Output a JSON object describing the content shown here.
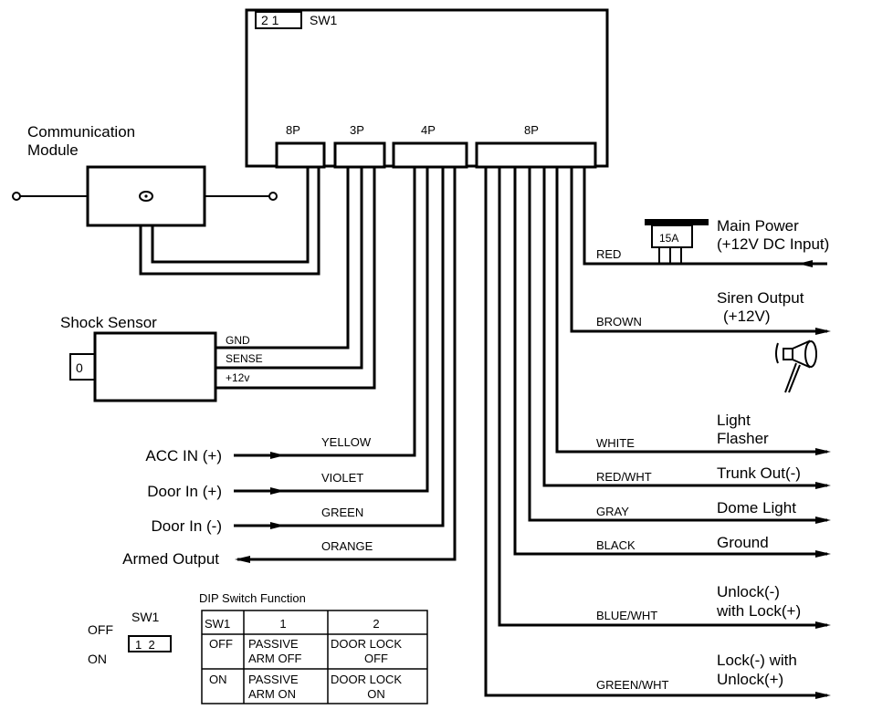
{
  "control_unit": {
    "switch_label": "SW1",
    "switch_positions": "2 1",
    "connectors": [
      "8P",
      "3P",
      "4P",
      "8P"
    ]
  },
  "comm_module": {
    "label_line1": "Communication",
    "label_line2": "Module"
  },
  "shock_sensor": {
    "label": "Shock Sensor",
    "plug": "0",
    "pins": [
      "GND",
      "SENSE",
      "+12v"
    ]
  },
  "left_wires": [
    {
      "label": "ACC IN (+)",
      "color": "YELLOW"
    },
    {
      "label": "Door In (+)",
      "color": "VIOLET"
    },
    {
      "label": "Door In (-)",
      "color": "GREEN"
    },
    {
      "label": "Armed Output",
      "color": "ORANGE"
    }
  ],
  "right_wires": [
    {
      "color": "RED",
      "label_line1": "Main Power",
      "label_line2": "(+12V DC Input)"
    },
    {
      "color": "BROWN",
      "label_line1": "Siren Output",
      "label_line2": "(+12V)"
    },
    {
      "color": "WHITE",
      "label_line1": "Light",
      "label_line2": "Flasher"
    },
    {
      "color": "RED/WHT",
      "label_line1": "Trunk Out(-)"
    },
    {
      "color": "GRAY",
      "label_line1": "Dome Light"
    },
    {
      "color": "BLACK",
      "label_line1": "Ground"
    },
    {
      "color": "BLUE/WHT",
      "label_line1": "Unlock(-)",
      "label_line2": "with Lock(+)"
    },
    {
      "color": "GREEN/WHT",
      "label_line1": "Lock(-) with",
      "label_line2": "Unlock(+)"
    }
  ],
  "fuse": {
    "rating": "15A"
  },
  "dip_switch": {
    "off_label": "OFF",
    "on_label": "ON",
    "sw_label": "SW1",
    "positions": "1  2",
    "title": "DIP Switch Function",
    "table": {
      "headers": [
        "SW1",
        "1",
        "2"
      ],
      "rows": [
        [
          "OFF",
          "PASSIVE",
          "ARM OFF",
          "DOOR LOCK",
          "OFF"
        ],
        [
          "ON",
          "PASSIVE",
          "ARM ON",
          "DOOR LOCK",
          "ON"
        ]
      ]
    }
  }
}
